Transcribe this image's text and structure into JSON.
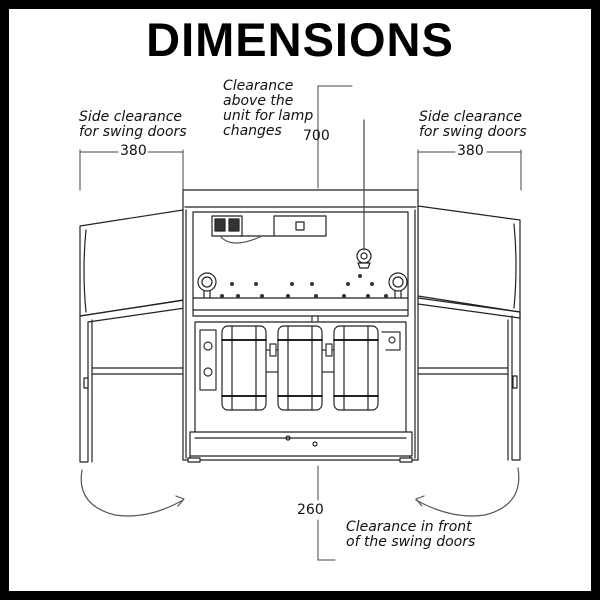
{
  "title": "DIMENSIONS",
  "labels": {
    "side_left": [
      "Side clearance",
      "for swing doors"
    ],
    "side_right": [
      "Side clearance",
      "for swing doors"
    ],
    "top": [
      "Clearance",
      "above the",
      "unit for lamp",
      "changes"
    ],
    "front": [
      "Clearance in front",
      "of the swing doors"
    ]
  },
  "dimensions": {
    "side_left": "380",
    "side_right": "380",
    "top": "700",
    "front": "260"
  }
}
